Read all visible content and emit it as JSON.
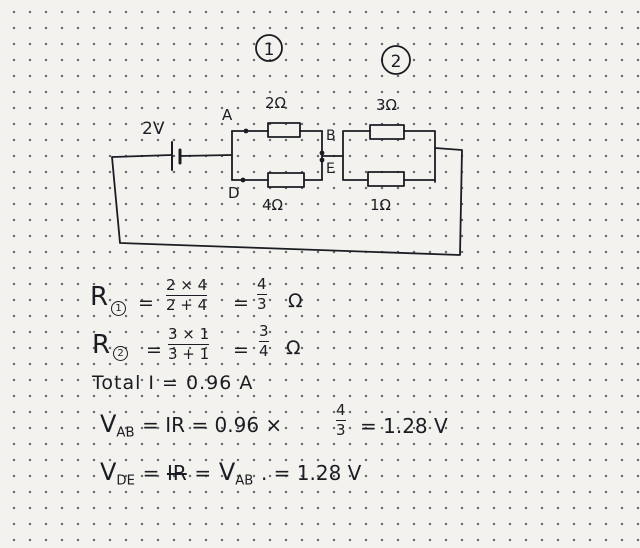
{
  "section_labels": {
    "first": "1",
    "second": "2"
  },
  "battery": {
    "label": "2V"
  },
  "nodes": {
    "a": "A",
    "b": "B",
    "d": "D",
    "e": "E"
  },
  "resistors": {
    "top_left": "2Ω",
    "bottom_left": "4Ω",
    "top_right": "3Ω",
    "bottom_right": "1Ω"
  },
  "calculations": {
    "r1": {
      "symbol": "R",
      "circled": "1",
      "equals": "=",
      "num": "2 × 4",
      "den": "2 + 4",
      "equals2": "=",
      "res_num": "4",
      "res_den": "3",
      "unit": "Ω"
    },
    "r2": {
      "symbol": "R",
      "circled": "2",
      "equals": "=",
      "num": "3 × 1",
      "den": "3 + 1",
      "equals2": "=",
      "res_num": "3",
      "res_den": "4",
      "unit": "Ω"
    },
    "total_current": "Total I = 0.96 A",
    "vab": {
      "symbol": "V",
      "sub": "AB",
      "expr_left": "= IR = 0.96 ×",
      "frac_num": "4",
      "frac_den": "3",
      "expr_right": "= 1.28 V"
    },
    "vde": {
      "symbol": "V",
      "sub": "DE",
      "equals": "=",
      "struck": "IR",
      "equals2": "=",
      "v": "V",
      "v_sub": "AB",
      "result": ". = 1.28 V"
    }
  }
}
